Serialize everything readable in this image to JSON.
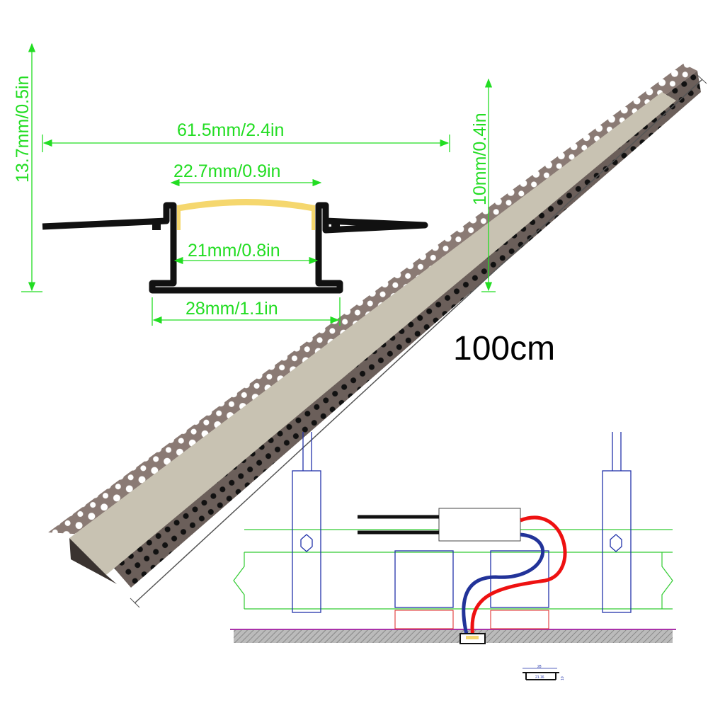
{
  "dimensions": {
    "total_width": "61.5mm/2.4in",
    "diffuser_width": "22.7mm/0.9in",
    "inner_width": "21mm/0.8in",
    "outer_width": "28mm/1.1in",
    "total_height": "13.7mm/0.5in",
    "channel_height": "10mm/0.4in",
    "length": "100cm"
  },
  "mini_drawing": {
    "width": "28",
    "inner": "21.16",
    "height": "10"
  },
  "colors": {
    "dimension": "#22dd22",
    "profile": "#111111",
    "diffuser": "#f5d76e",
    "wire_positive": "#ee1111",
    "wire_negative": "#223399",
    "ceiling": "#33cc33"
  }
}
